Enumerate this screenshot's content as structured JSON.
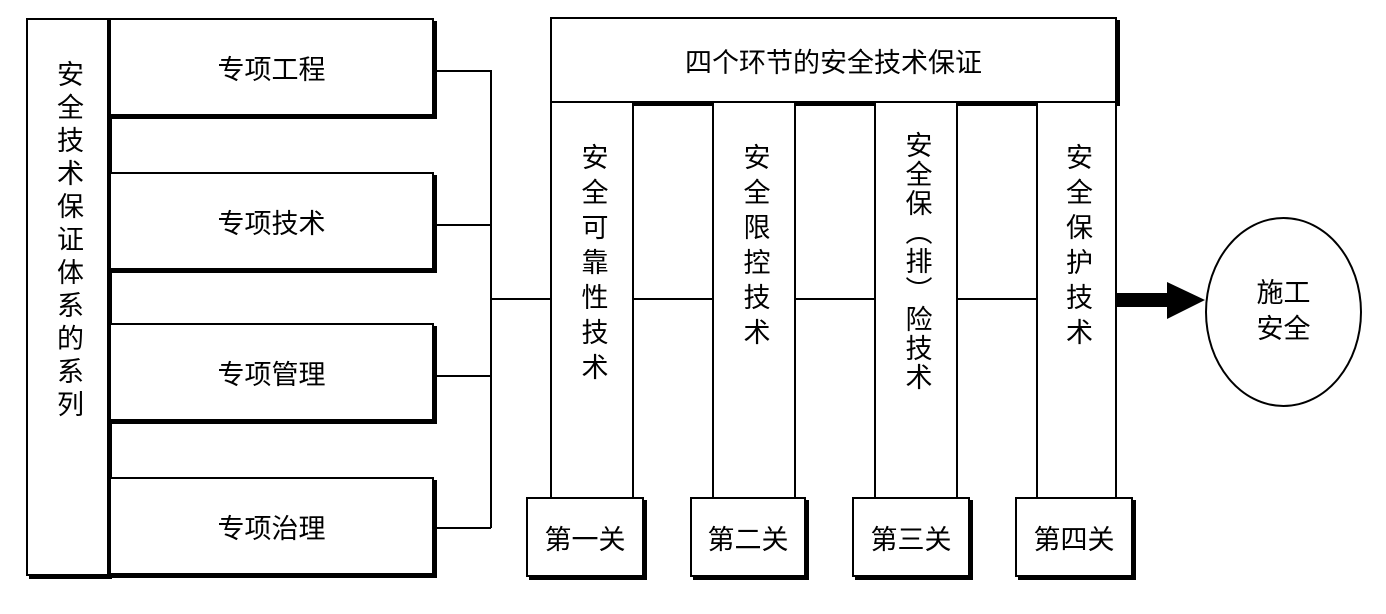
{
  "left_system": {
    "title_chars": "安全技术保证体系的系列",
    "items": [
      {
        "label": "专项工程"
      },
      {
        "label": "专项技术"
      },
      {
        "label": "专项管理"
      },
      {
        "label": "专项治理"
      }
    ]
  },
  "header": {
    "title": "四个环节的安全技术保证"
  },
  "columns": [
    {
      "text": "安全可靠性技术",
      "gate": "第一关"
    },
    {
      "text": "安全限控技术",
      "gate": "第二关"
    },
    {
      "text": "安全保（排）险技术",
      "gate": "第三关"
    },
    {
      "text": "安全保护技术",
      "gate": "第四关"
    }
  ],
  "result": {
    "line1": "施工",
    "line2": "安全"
  }
}
